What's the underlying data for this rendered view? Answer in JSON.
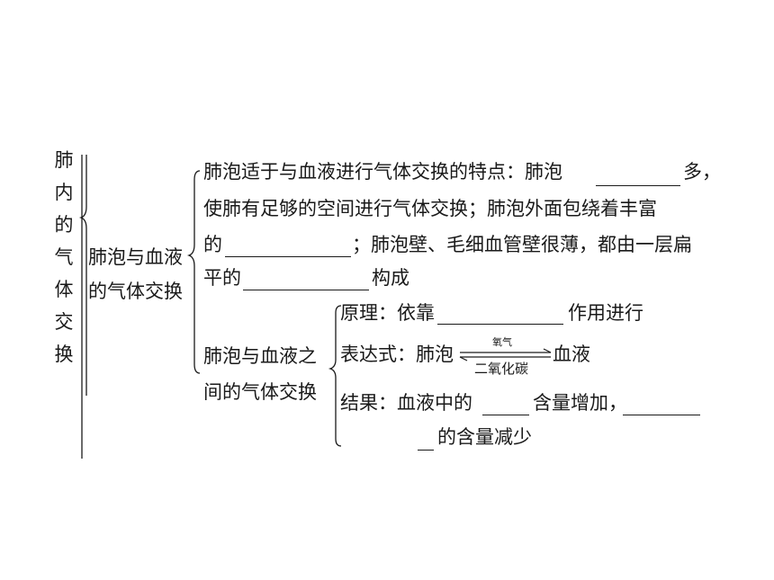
{
  "main_title_chars": [
    "肺",
    "内",
    "的",
    "气",
    "体",
    "交",
    "换"
  ],
  "section1": {
    "line1": "肺泡与血液",
    "line2": "的气体交换"
  },
  "features": {
    "line1_a": "肺泡适于与血液进行气体交换的特点：肺泡",
    "line1_b": "多，",
    "line2": "使肺有足够的空间进行气体交换；肺泡外面包绕着丰富",
    "line3_a": "的",
    "line3_b": "；肺泡壁、毛细血管壁很薄，都由一层扁",
    "line4_a": "平的",
    "line4_b": "构成"
  },
  "section2": {
    "line1": "肺泡与血液之",
    "line2": "间的气体交换"
  },
  "principle": {
    "label": "原理：依靠",
    "suffix": "作用进行"
  },
  "expression": {
    "label": "表达式：肺泡",
    "top": "氧气",
    "bottom": "二氧化碳",
    "right": "血液"
  },
  "result": {
    "label": "结果：血液中的",
    "mid": "含量增加，",
    "end": "的含量减少"
  }
}
